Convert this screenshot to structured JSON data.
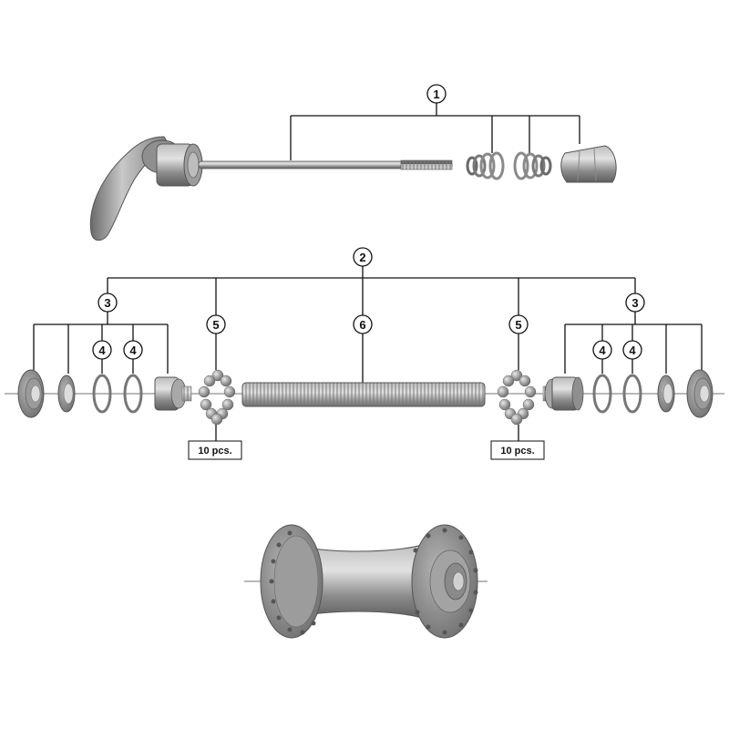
{
  "callouts": {
    "c1": "1",
    "c2": "2",
    "c3_left": "3",
    "c3_right": "3",
    "c4_l1": "4",
    "c4_l2": "4",
    "c4_r1": "4",
    "c4_r2": "4",
    "c5_left": "5",
    "c5_right": "5",
    "c6": "6"
  },
  "quantity_labels": {
    "left": "10 pcs.",
    "right": "10 pcs."
  },
  "colors": {
    "metal_dark": "#6e6e6e",
    "metal_mid": "#9a9a9a",
    "metal_light": "#c9c9c9",
    "line": "#111111"
  }
}
